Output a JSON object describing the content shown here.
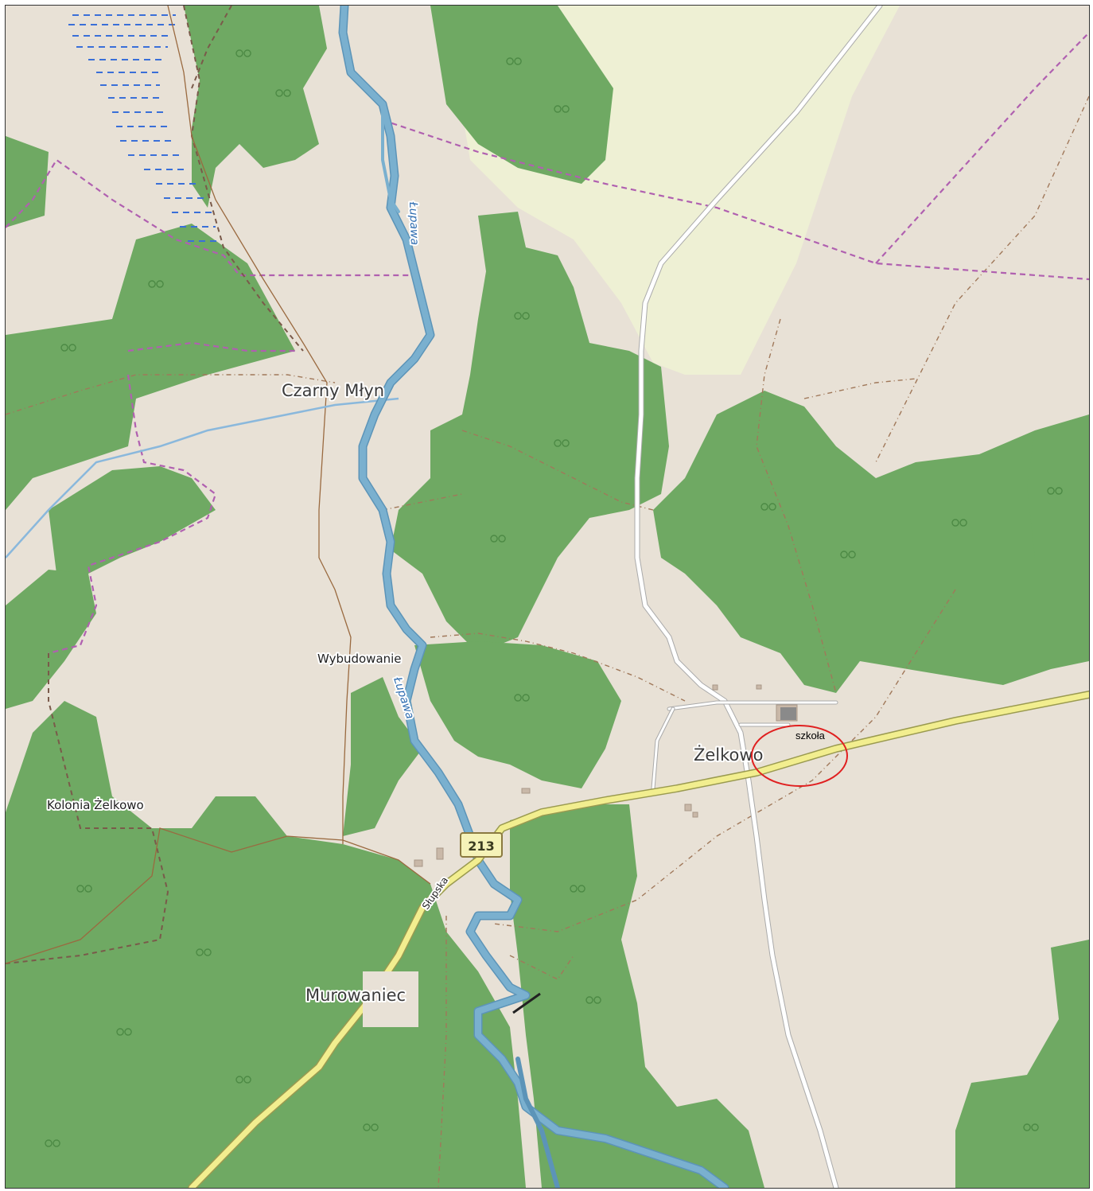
{
  "map": {
    "colors": {
      "land": "#e8e1d6",
      "forest": "#6fa963",
      "farmland": "#eef0d4",
      "wetland_marks": "#3a6fd8",
      "river": "#7ab0cf",
      "river_casing": "#5c94b8",
      "main_road": "#f2ee8f",
      "main_road_casing": "#9a9a50",
      "minor_road": "#ffffff",
      "minor_road_casing": "#aaa",
      "boundary": "#b060b0",
      "track": "#a0785a",
      "admin_border": "#7a5a4a",
      "highlight": "#e02020",
      "shield_fill": "#f5f2b8"
    },
    "places": {
      "czarny_mlyn": "Czarny Młyn",
      "wybudowanie": "Wybudowanie",
      "zelkowo": "Żelkowo",
      "kolonia_zelkowo": "Kolonia Żelkowo",
      "murowaniec": "Murowaniec"
    },
    "rivers": {
      "upper": "Łupawa",
      "lower": "Łupawa"
    },
    "streets": {
      "slupska": "Słupska"
    },
    "road_shield": {
      "number": "213"
    },
    "annotation": {
      "label": "szkoła"
    }
  }
}
